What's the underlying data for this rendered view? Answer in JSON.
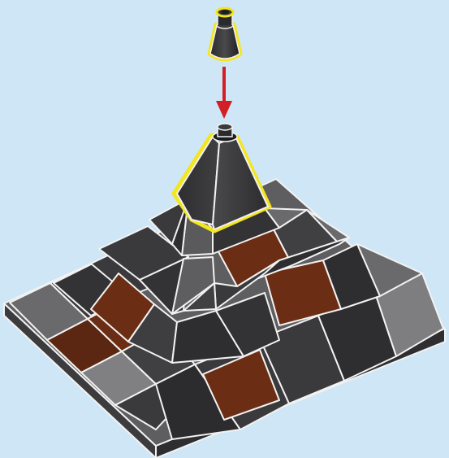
{
  "scene": {
    "description_free": true,
    "colors": {
      "background": "#cfe6f6",
      "edge": "#f2f2f2",
      "dark_gray": "#3a3a3c",
      "mid_gray": "#5c5c5e",
      "light_gray": "#8a8a8a",
      "brown": "#6b2e14",
      "brown_light": "#7a3518",
      "highlight": "#f3e51f",
      "arrow": "#d21f26"
    },
    "parts": {
      "new_piece": "cone-piece",
      "arrow": "placement-arrow",
      "target": "top-spire"
    }
  }
}
